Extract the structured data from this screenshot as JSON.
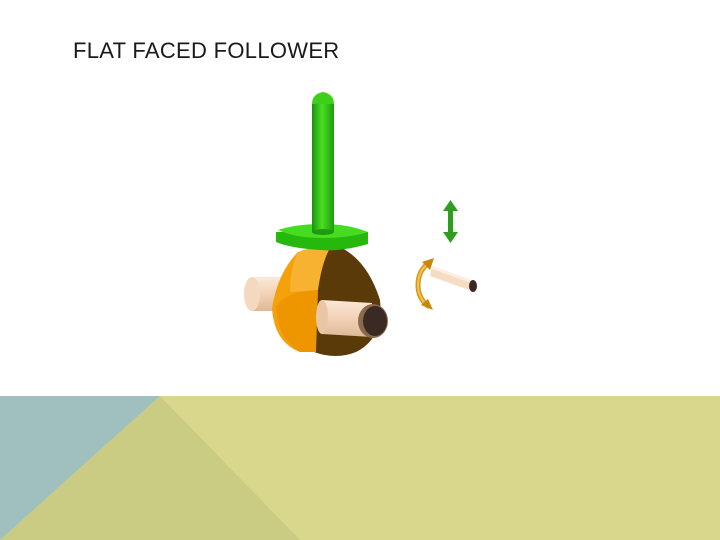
{
  "slide": {
    "title": "FLAT FACED FOLLOWER"
  },
  "colors": {
    "background": "#ffffff",
    "follower_stem": "#3fcf1a",
    "follower_face": "#2fcf10",
    "cam_front": "#f5a20a",
    "cam_side": "#5a3a08",
    "shaft": "#f7dcc4",
    "shaft_end": "#3b2a24",
    "motion_arrow": "#2e9e1e",
    "rotation_arrow": "#d49a18",
    "band_main": "#d9d78c",
    "band_left": "#9fc0bf",
    "band_mid": "#c9cc82"
  },
  "icons": {
    "translation": "double-headed-vertical-arrow",
    "rotation": "curved-rotation-arrow"
  }
}
